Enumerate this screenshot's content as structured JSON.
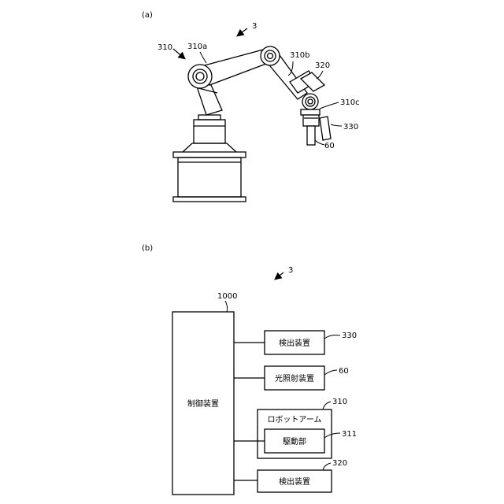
{
  "panel_a": {
    "tag": "(a)",
    "labels": {
      "system": "3",
      "arm": "310",
      "joint_a": "310a",
      "joint_b": "310b",
      "joint_c": "310c",
      "sensor_top": "320",
      "sensor_side": "330",
      "light": "60"
    }
  },
  "panel_b": {
    "tag": "(b)",
    "system": "3",
    "controller": {
      "ref": "1000",
      "label": "制御装置"
    },
    "blocks": [
      {
        "ref": "330",
        "label": "検出装置"
      },
      {
        "ref": "60",
        "label": "光照射装置"
      },
      {
        "ref": "310",
        "label": "ロボットアーム",
        "child": {
          "ref": "311",
          "label": "駆動部"
        }
      },
      {
        "ref": "320",
        "label": "検出装置"
      }
    ]
  }
}
